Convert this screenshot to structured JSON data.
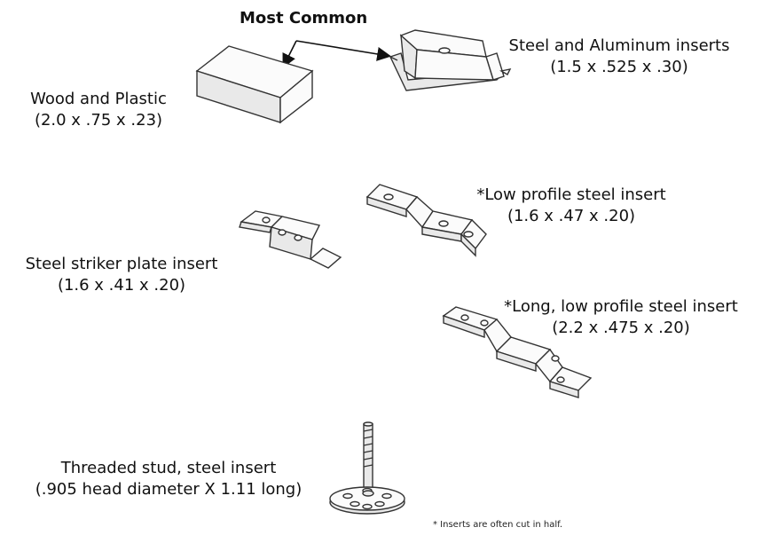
{
  "title": "Most Common",
  "footnote": "* Inserts are often cut in half.",
  "items": [
    {
      "line1": "Steel and Aluminum inserts",
      "line2": "(1.5 x .525 x .30)"
    },
    {
      "line1": "Wood and Plastic",
      "line2": "(2.0 x .75 x .23)"
    },
    {
      "line1": "*Low profile steel insert",
      "line2": "(1.6 x .47 x .20)"
    },
    {
      "line1": "Steel striker plate insert",
      "line2": "(1.6 x .41 x .20)"
    },
    {
      "line1": "*Long, low profile steel insert",
      "line2": "(2.2 x .475 x .20)"
    },
    {
      "line1": "Threaded stud, steel insert",
      "line2": "(.905 head diameter X 1.11 long)"
    }
  ]
}
